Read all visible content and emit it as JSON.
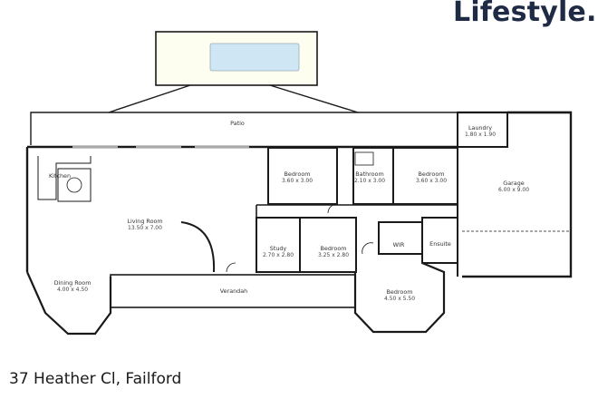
{
  "brand": {
    "name": "Lifestyle."
  },
  "address": "37 Heather Cl, Failford",
  "rooms": {
    "patio": {
      "name": "Patio",
      "dims": ""
    },
    "kitchen": {
      "name": "Kitchen",
      "dims": ""
    },
    "living": {
      "name": "Living Room",
      "dims": "13.50 x 7.00"
    },
    "dining": {
      "name": "Dining Room",
      "dims": "4.00 x 4.50"
    },
    "verandah": {
      "name": "Verandah",
      "dims": ""
    },
    "bedroom1": {
      "name": "Bedroom",
      "dims": "3.60 x 3.00"
    },
    "bathroom": {
      "name": "Bathroom",
      "dims": "2.10 x 3.00"
    },
    "bedroom2": {
      "name": "Bedroom",
      "dims": "3.60 x 3.00"
    },
    "laundry": {
      "name": "Laundry",
      "dims": "1.80 x 1.90"
    },
    "garage": {
      "name": "Garage",
      "dims": "6.00 x 9.00"
    },
    "study": {
      "name": "Study",
      "dims": "2.70 x 2.80"
    },
    "bedroom3": {
      "name": "Bedroom",
      "dims": "3.25 x 2.80"
    },
    "wir": {
      "name": "WIR",
      "dims": ""
    },
    "ensuite": {
      "name": "Ensuite",
      "dims": ""
    },
    "bedroom4": {
      "name": "Bedroom",
      "dims": "4.50 x 5.50"
    }
  },
  "colors": {
    "wall": "#1a1a1a",
    "pool_water": "#cfe6f5",
    "pool_deck": "#fdfdf0",
    "brand": "#1f2a44"
  }
}
